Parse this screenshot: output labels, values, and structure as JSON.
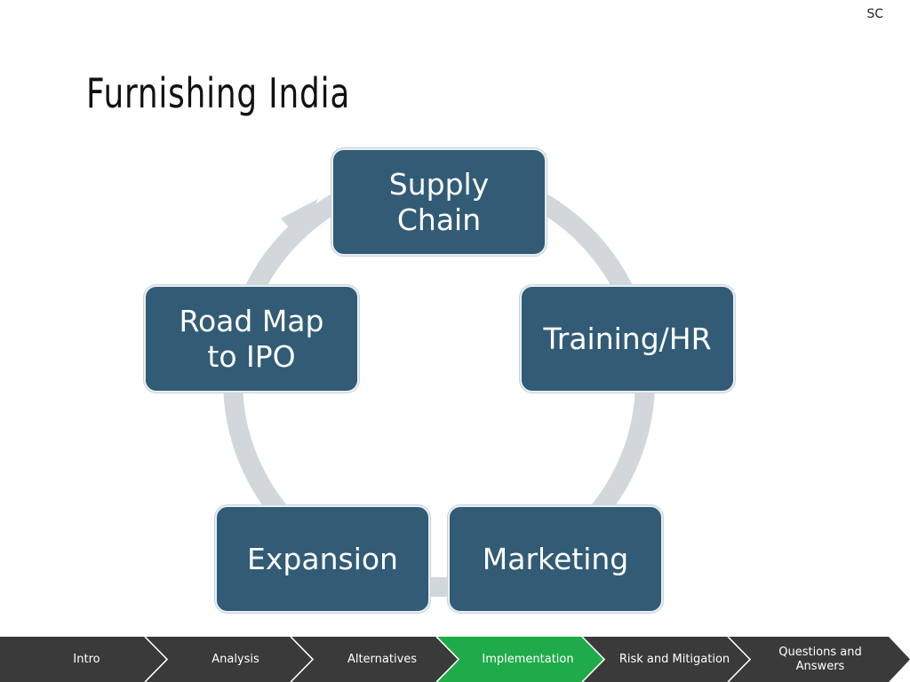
{
  "badge": "SC",
  "title": "Furnishing India",
  "cycle": {
    "nodes": [
      "Supply\nChain",
      "Training/HR",
      "Marketing",
      "Expansion",
      "Road Map\nto IPO"
    ]
  },
  "colors": {
    "node_fill": "#325b75",
    "ring": "#d1d7db",
    "nav_bg": "#3a3a3a",
    "nav_active": "#1fab4a"
  },
  "nav": {
    "items": [
      "Intro",
      "Analysis",
      "Alternatives",
      "Implementation",
      "Risk and Mitigation",
      "Questions and\nAnswers"
    ],
    "active_index": 3
  }
}
